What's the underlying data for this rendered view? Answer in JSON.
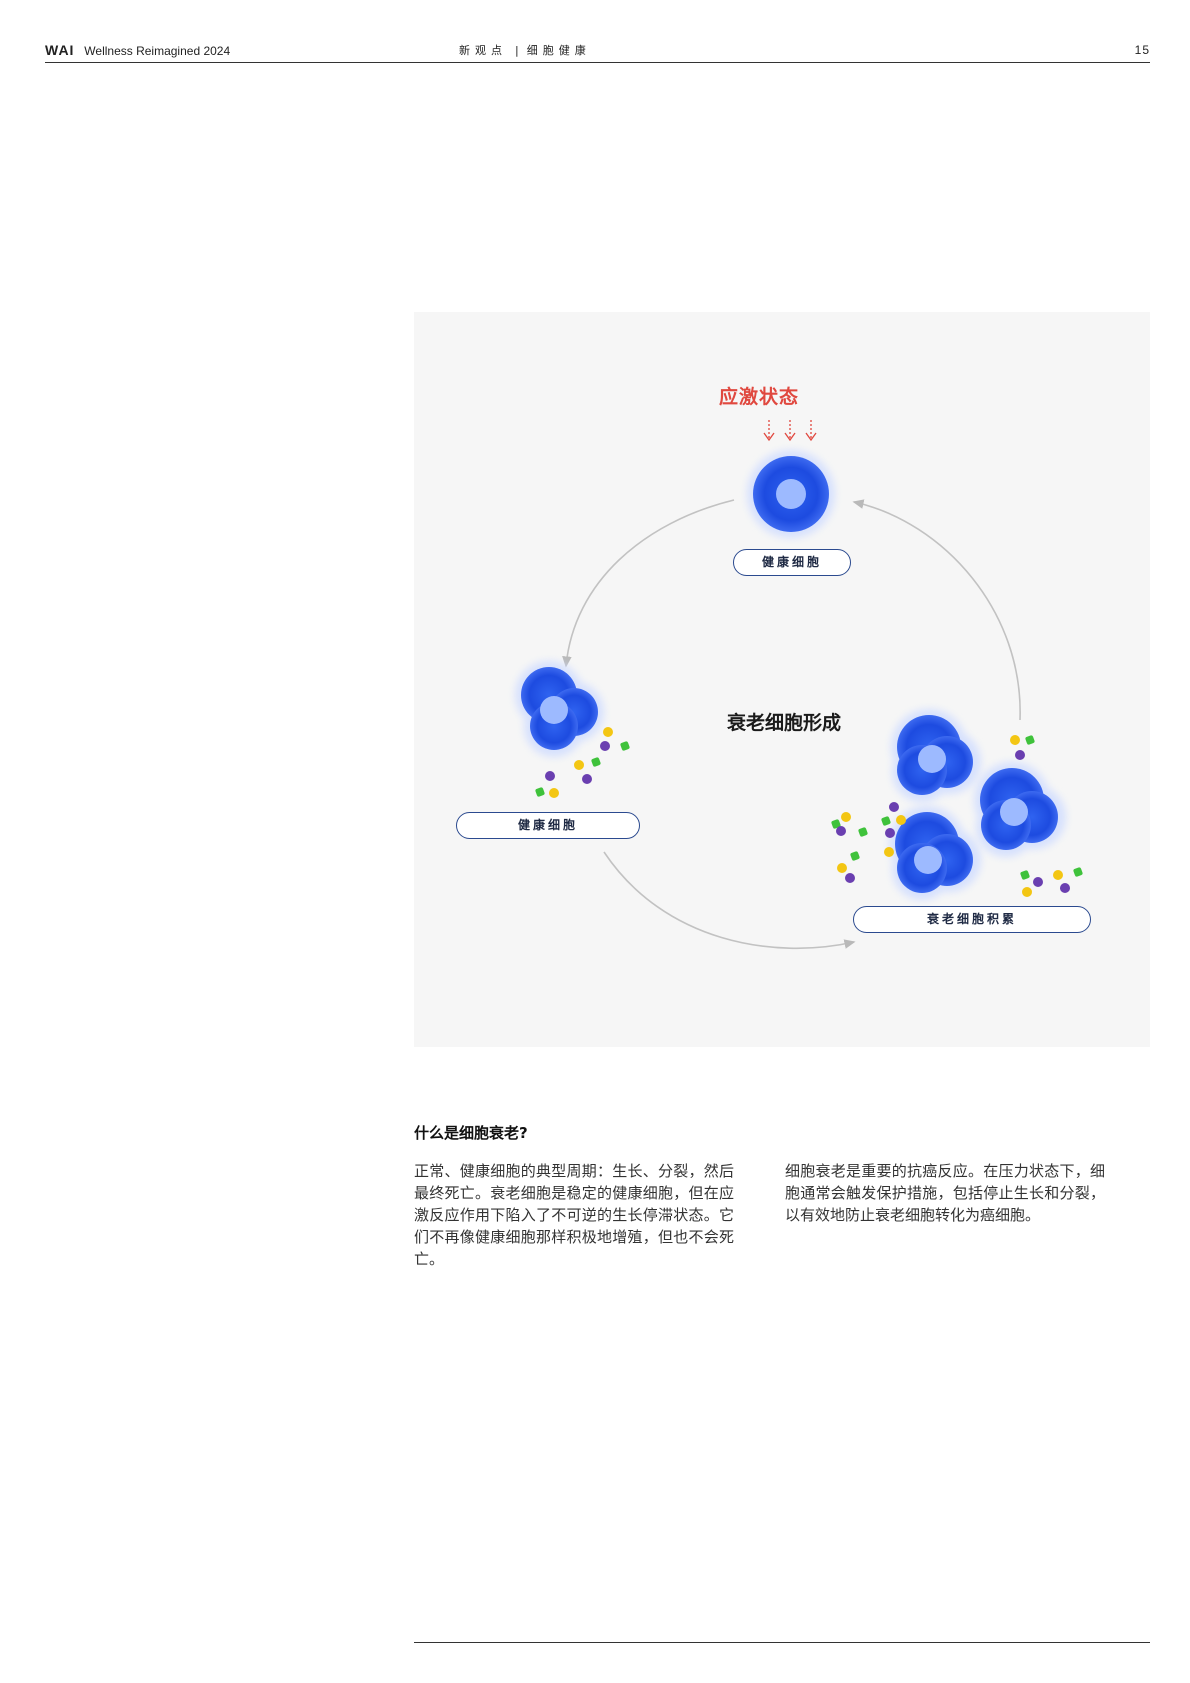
{
  "header": {
    "logo": "WAI",
    "subtitle": "Wellness Reimagined 2024",
    "section_left": "新观点",
    "separator": "|",
    "section_right": "细胞健康",
    "page_number": "15"
  },
  "figure": {
    "stress_label": "应激状态",
    "center_title": "衰老细胞形成",
    "top_cell_label": "健康细胞",
    "left_cell_label": "健康细胞",
    "right_cluster_label": "衰老细胞积累",
    "colors": {
      "cell_core": "#1f4fe0",
      "cell_nucleus": "#8fb0ff",
      "cell_halo": "#cfdcff",
      "stress": "#e0483f",
      "arrow": "#b9b9b9",
      "dot_yellow": "#f3c613",
      "dot_purple": "#6a3fb0",
      "dot_green": "#3fc23b"
    }
  },
  "text": {
    "question": "什么是细胞衰老?",
    "para_left": "正常、健康细胞的典型周期：生长、分裂，然后最终死亡。衰老细胞是稳定的健康细胞，但在应激反应作用下陷入了不可逆的生长停滞状态。它们不再像健康细胞那样积极地增殖，但也不会死亡。",
    "para_right": "细胞衰老是重要的抗癌反应。在压力状态下，细胞通常会触发保护措施，包括停止生长和分裂，以有效地防止衰老细胞转化为癌细胞。"
  }
}
